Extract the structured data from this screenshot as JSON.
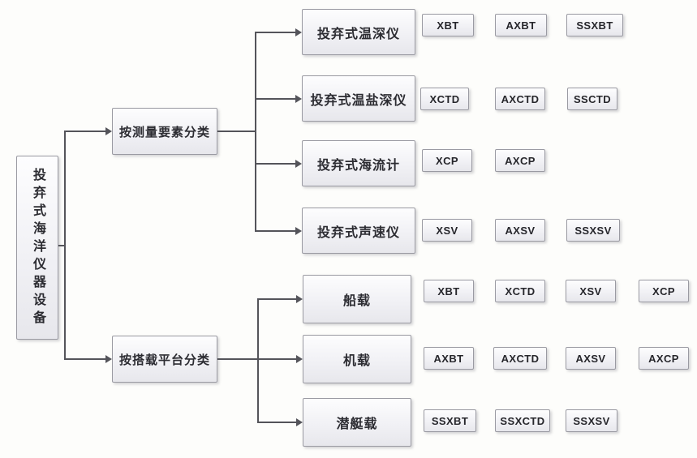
{
  "diagram": {
    "root": {
      "label": "投弃式海洋仪器设备"
    },
    "branches": [
      {
        "label": "按测量要素分类",
        "rows": [
          {
            "label": "投弃式温深仪",
            "codes": [
              "XBT",
              "AXBT",
              "SSXBT"
            ]
          },
          {
            "label": "投弃式温盐深仪",
            "codes": [
              "XCTD",
              "AXCTD",
              "SSCTD"
            ]
          },
          {
            "label": "投弃式海流计",
            "codes": [
              "XCP",
              "AXCP"
            ]
          },
          {
            "label": "投弃式声速仪",
            "codes": [
              "XSV",
              "AXSV",
              "SSXSV"
            ]
          }
        ]
      },
      {
        "label": "按搭载平台分类",
        "rows": [
          {
            "label": "船载",
            "codes": [
              "XBT",
              "XCTD",
              "XSV",
              "XCP"
            ]
          },
          {
            "label": "机载",
            "codes": [
              "AXBT",
              "AXCTD",
              "AXSV",
              "AXCP"
            ]
          },
          {
            "label": "潜艇载",
            "codes": [
              "SSXBT",
              "SSXCTD",
              "SSXSV"
            ]
          }
        ]
      }
    ],
    "colors": {
      "box_border": "#9a9aa2",
      "box_fill_top": "#fdfdfe",
      "box_fill_bottom": "#e7e7ec",
      "text": "#2c2c32",
      "connector": "#54545a",
      "background": "#fdfdfb"
    }
  }
}
